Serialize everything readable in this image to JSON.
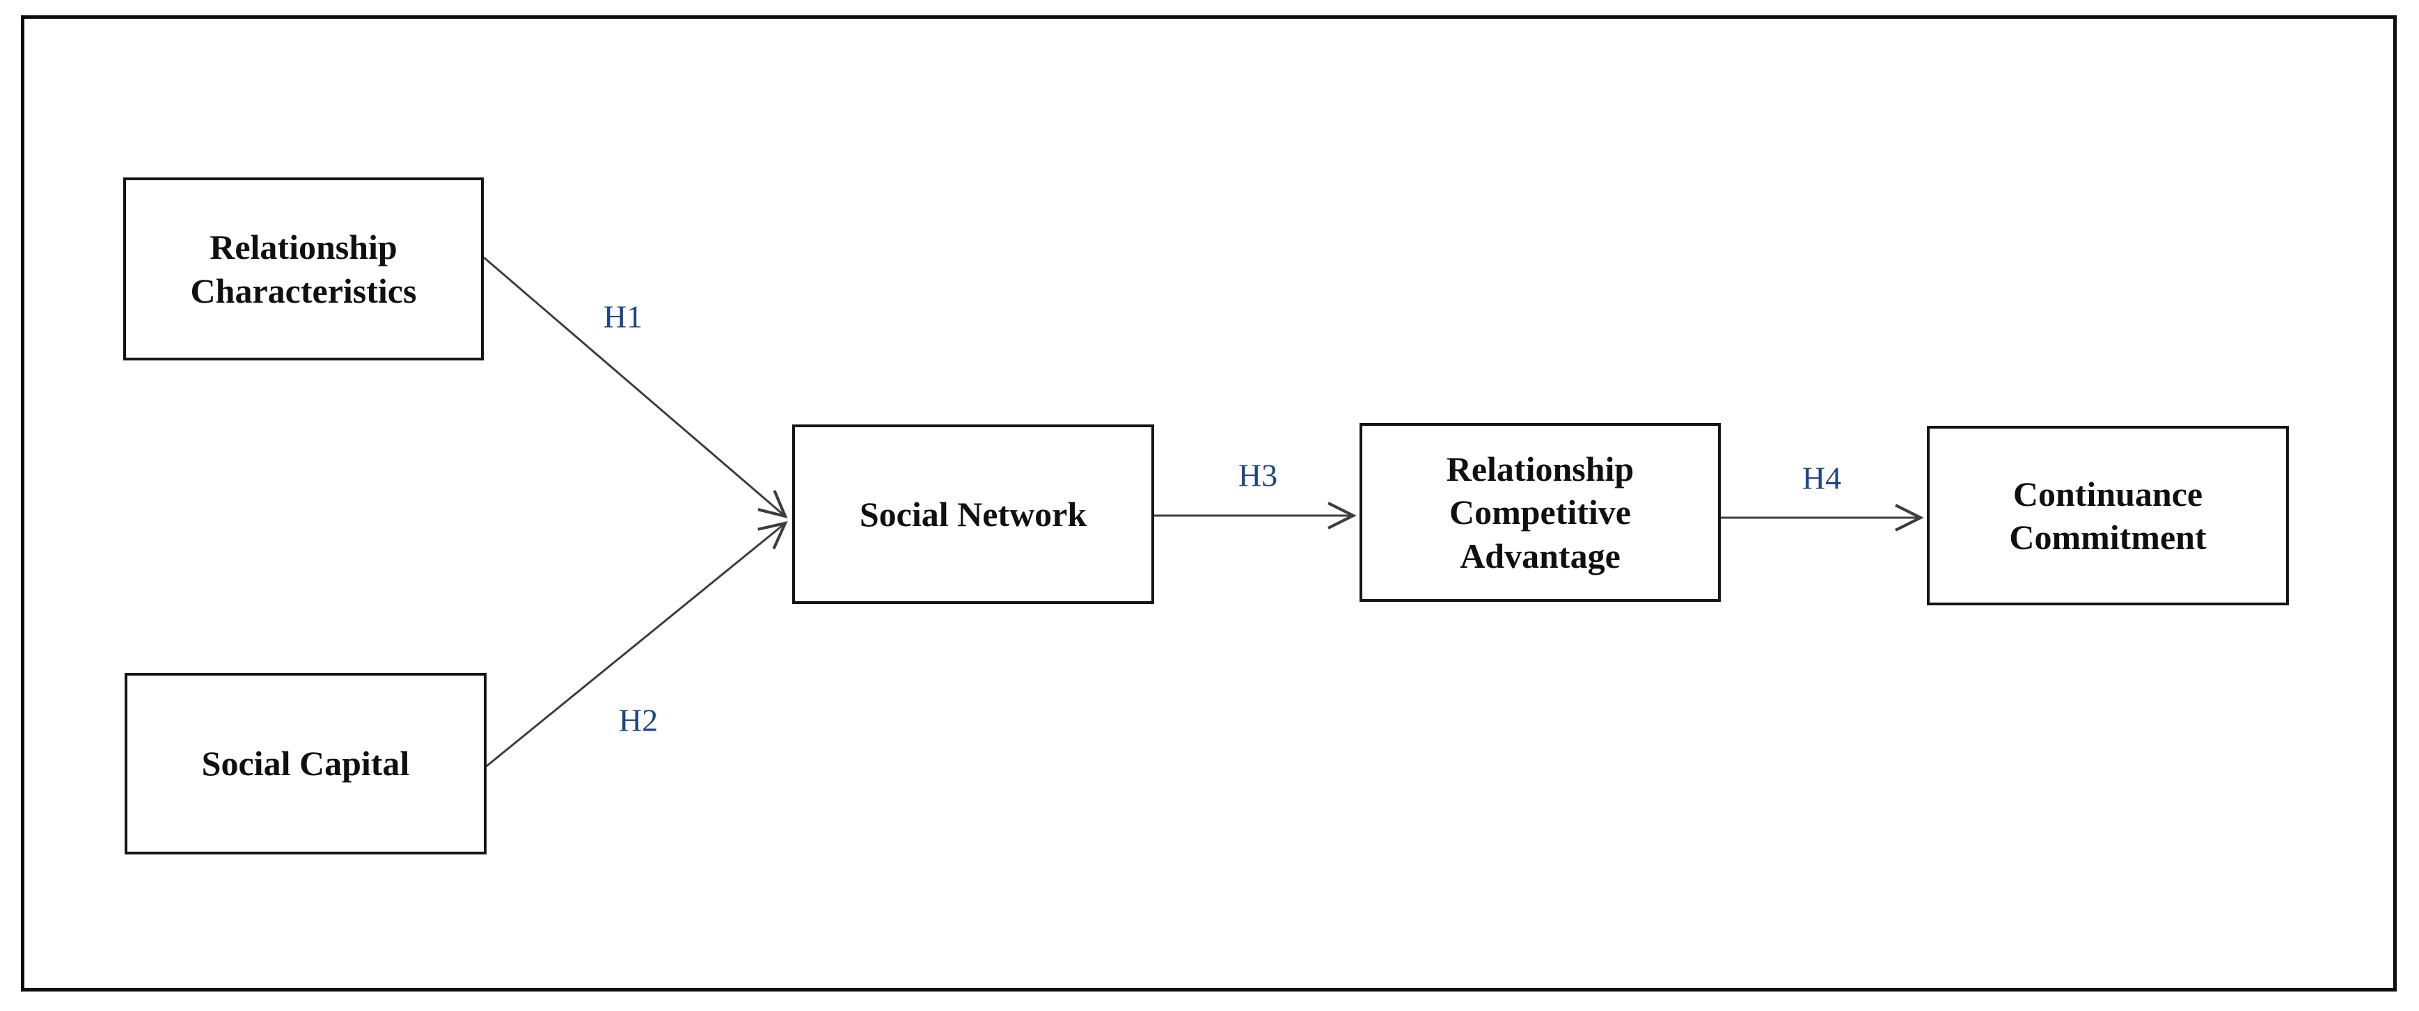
{
  "diagram": {
    "type": "research-model-flow-diagram",
    "nodes": [
      {
        "id": "relationship-characteristics",
        "label": "Relationship Characteristics"
      },
      {
        "id": "social-capital",
        "label": "Social Capital"
      },
      {
        "id": "social-network",
        "label": "Social Network"
      },
      {
        "id": "relationship-competitive-advantage",
        "label": "Relationship Competitive Advantage"
      },
      {
        "id": "continuance-commitment",
        "label": "Continuance Commitment"
      }
    ],
    "edges": [
      {
        "label": "H1",
        "from": "relationship-characteristics",
        "to": "social-network"
      },
      {
        "label": "H2",
        "from": "social-capital",
        "to": "social-network"
      },
      {
        "label": "H3",
        "from": "social-network",
        "to": "relationship-competitive-advantage"
      },
      {
        "label": "H4",
        "from": "relationship-competitive-advantage",
        "to": "continuance-commitment"
      }
    ],
    "colors": {
      "hypothesis_label": "#1c4587",
      "node_border": "#141414",
      "node_fill": "#ffffff",
      "arrow": "#3d3d3d",
      "frame_border": "#0d0d0d",
      "background": "#ffffff"
    }
  }
}
